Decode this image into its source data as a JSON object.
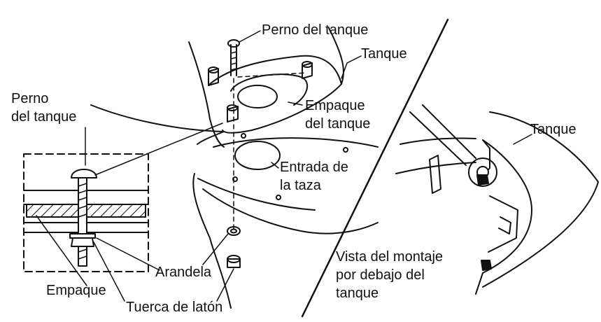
{
  "labels": {
    "perno_tanque_top": "Perno del tanque",
    "tanque_left": "Tanque",
    "perno_tanque_left_1": "Perno",
    "perno_tanque_left_2": "del tanque",
    "empaque_tanque_1": "Empaque",
    "empaque_tanque_2": "del tanque",
    "entrada_taza_1": "Entrada de",
    "entrada_taza_2": "la taza",
    "arandela": "Arandela",
    "empaque": "Empaque",
    "tuerca": "Tuerca de latón",
    "tanque_right": "Tanque",
    "vista_1": "Vista del montaje",
    "vista_2": "por debajo del",
    "vista_3": "tanque"
  },
  "colors": {
    "ink": "#111111",
    "background": "#ffffff"
  }
}
